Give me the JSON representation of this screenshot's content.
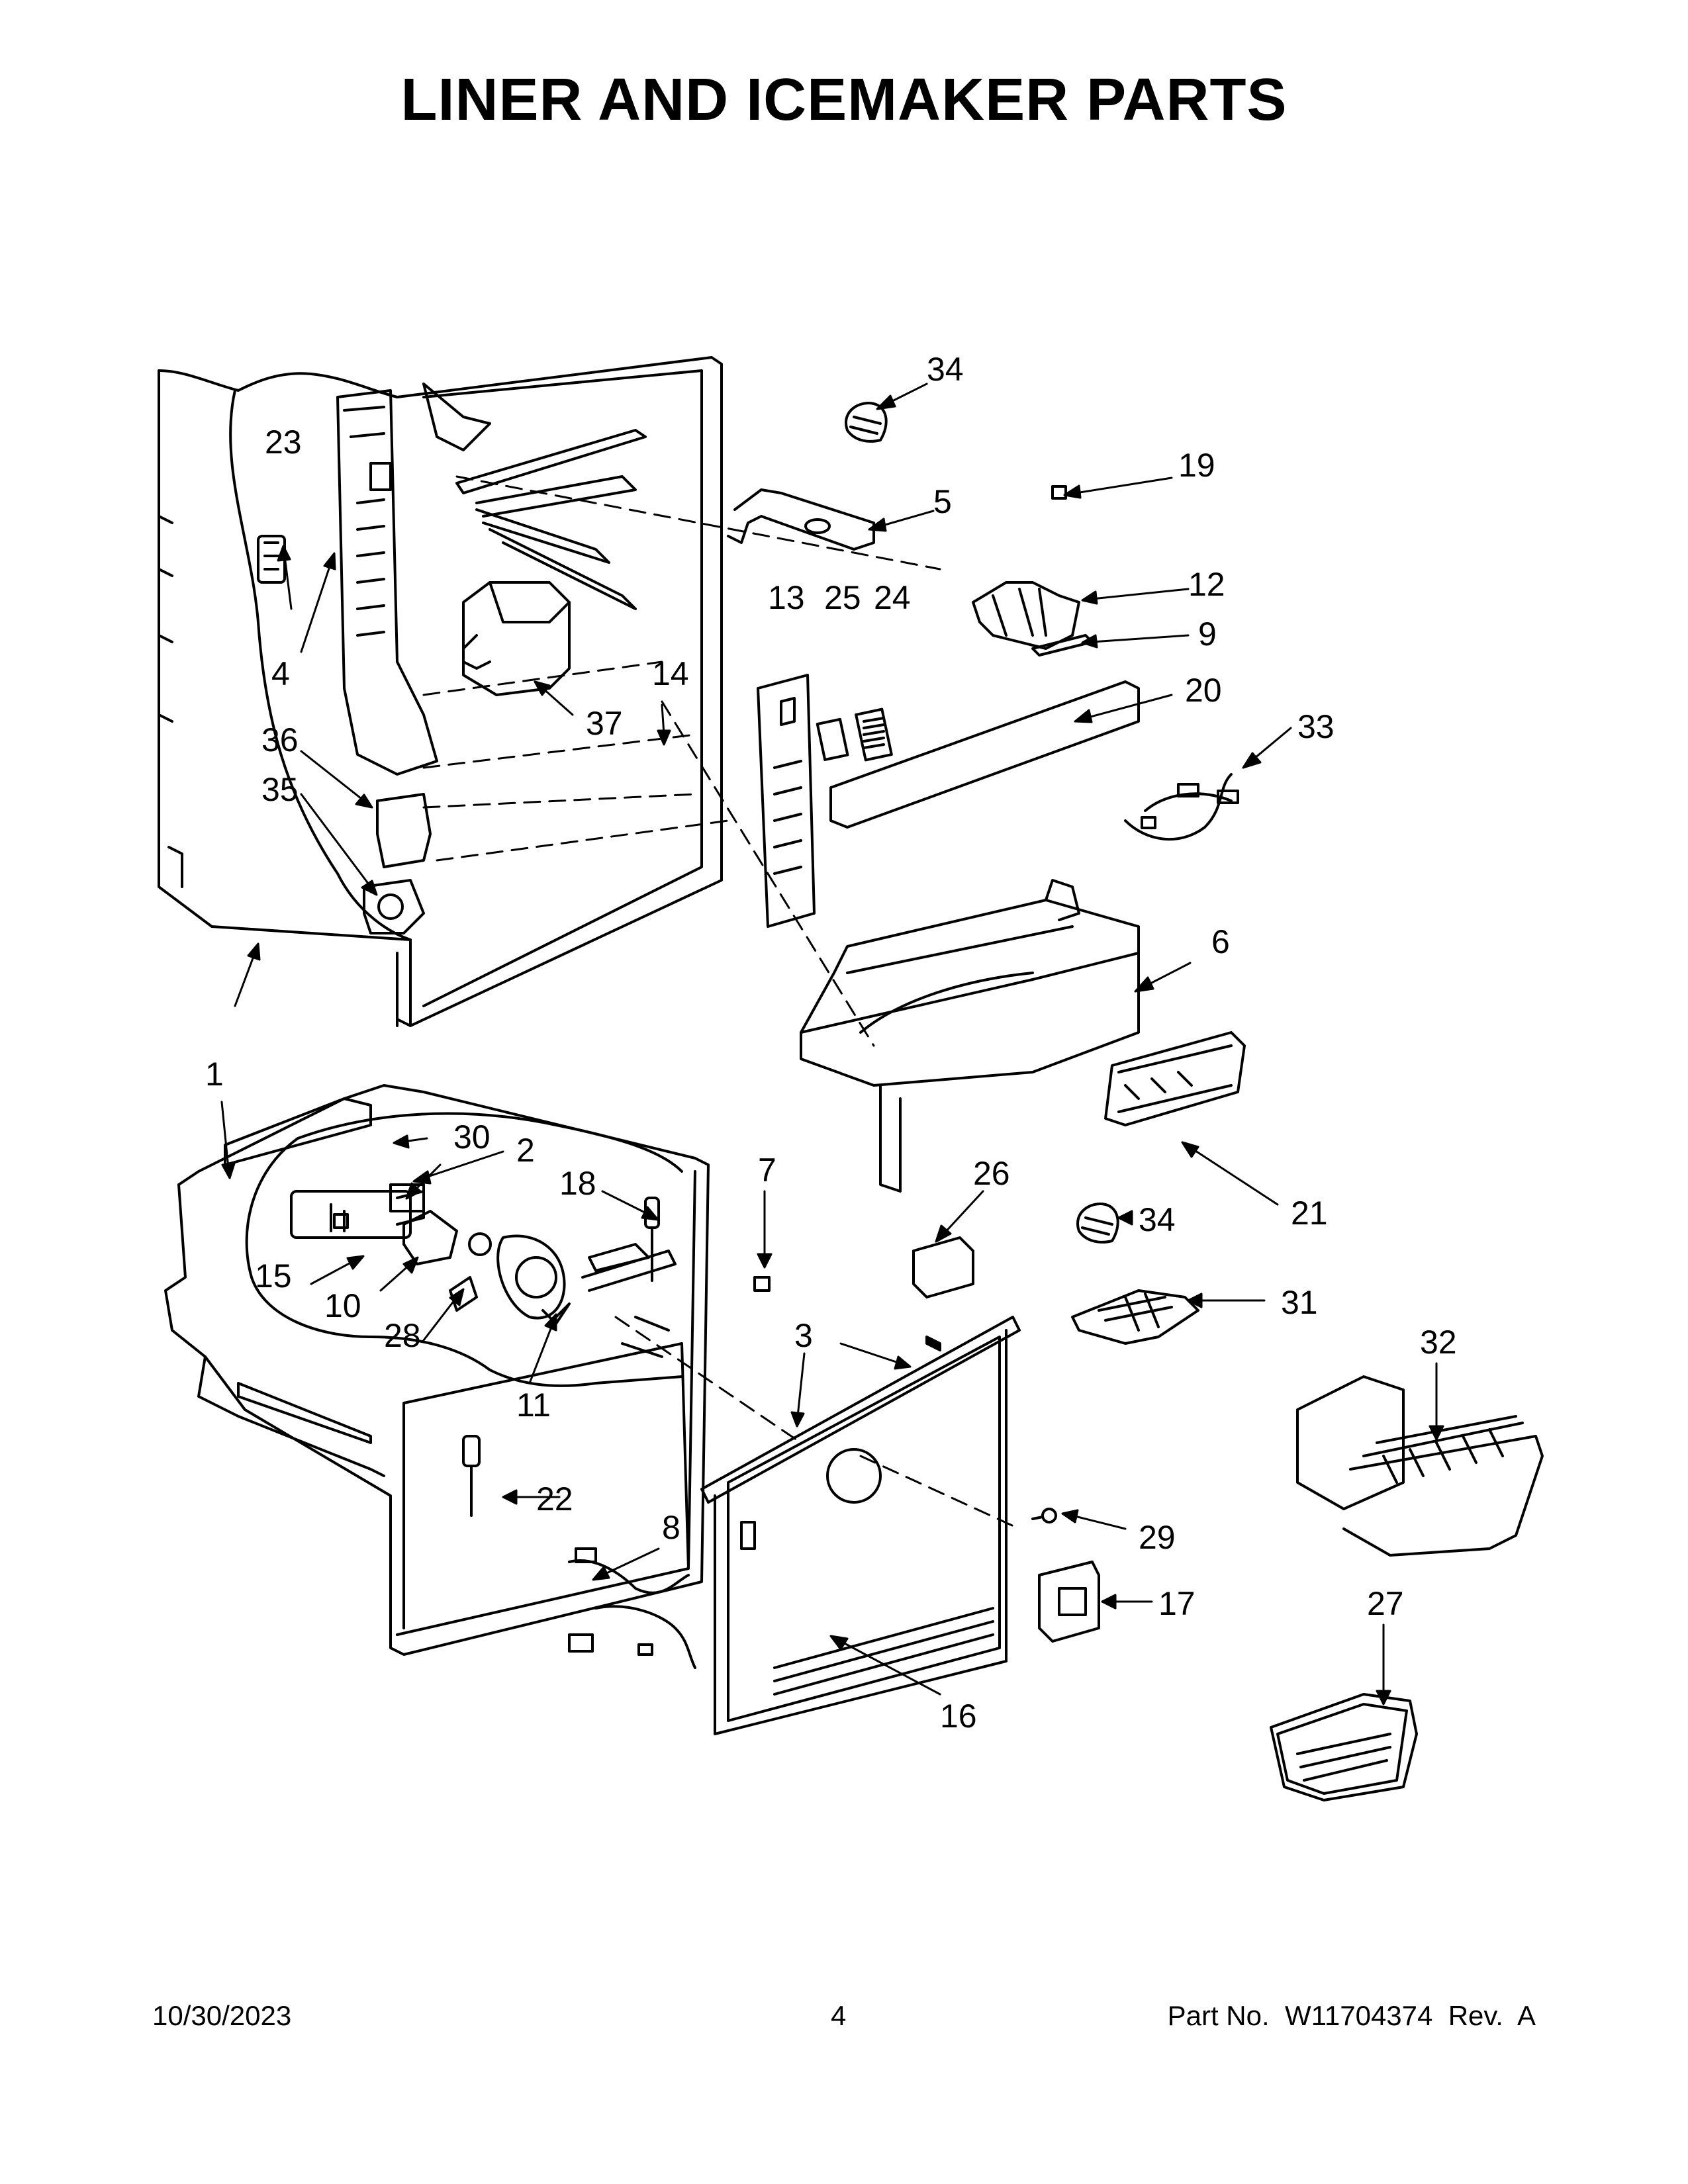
{
  "title": "LINER AND ICEMAKER PARTS",
  "footer": {
    "date": "10/30/2023",
    "page": "4",
    "part_no": "Part No.  W11704374  Rev.  A"
  },
  "callouts": [
    "1",
    "2",
    "3",
    "4",
    "5",
    "6",
    "7",
    "8",
    "9",
    "10",
    "11",
    "12",
    "13",
    "14",
    "15",
    "16",
    "17",
    "18",
    "19",
    "20",
    "21",
    "22",
    "23",
    "24",
    "25",
    "26",
    "27",
    "28",
    "29",
    "30",
    "31",
    "32",
    "33",
    "34",
    "35",
    "36",
    "37"
  ],
  "icons": [
    "refrigerator-liner-drawing",
    "icemaker-drawing",
    "ice-bin-drawing"
  ]
}
